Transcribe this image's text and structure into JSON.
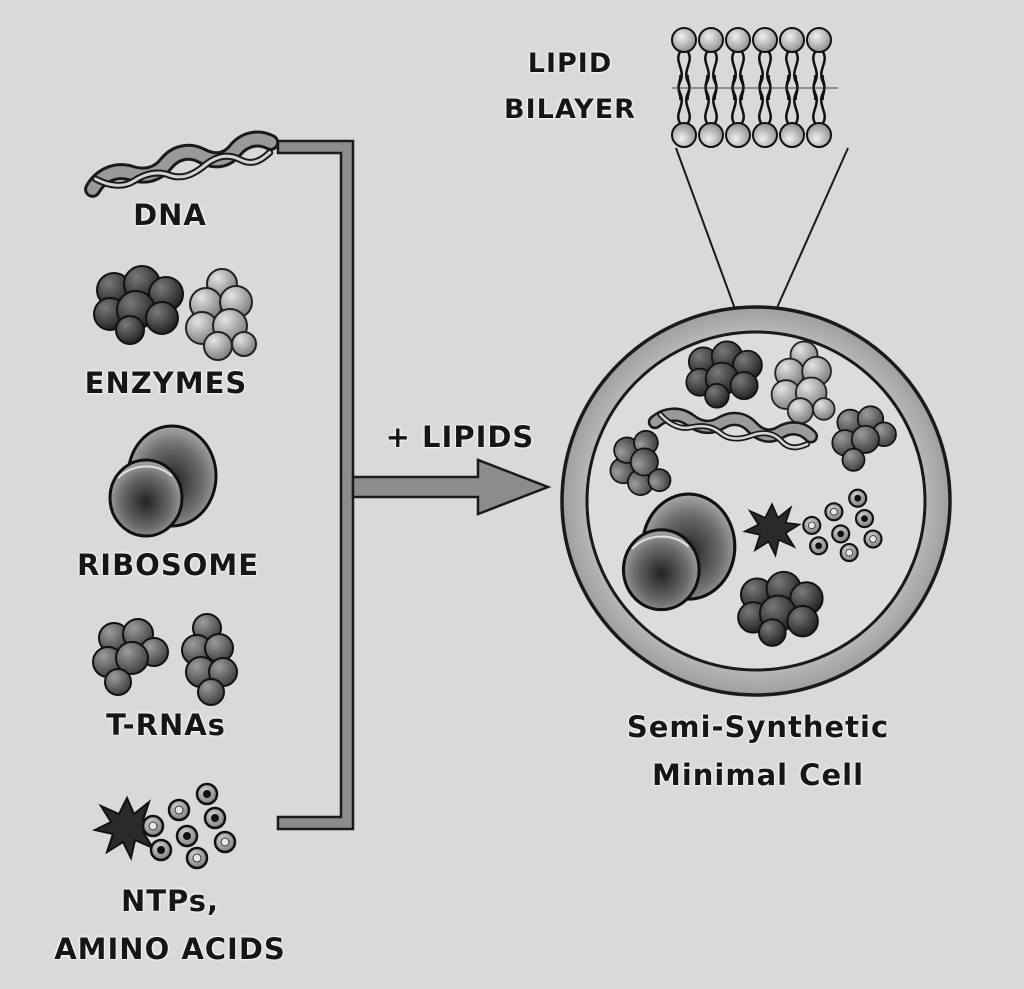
{
  "components": [
    {
      "label": "DNA",
      "icon": "dna-helix-icon"
    },
    {
      "label": "ENZYMES",
      "icon": "enzyme-cluster-icon"
    },
    {
      "label": "RIBOSOME",
      "icon": "ribosome-icon"
    },
    {
      "label": "T-RNAs",
      "icon": "trna-cluster-icon"
    },
    {
      "label": "NTPs,",
      "label2": "AMINO ACIDS",
      "icon": "molecule-starburst-icon"
    }
  ],
  "arrow_label": "+ LIPIDS",
  "bilayer": {
    "line1": "LIPID",
    "line2": "BILAYER",
    "icon": "lipid-bilayer-icon"
  },
  "cell": {
    "line1": "Semi-Synthetic",
    "line2": "Minimal Cell",
    "icon": "minimal-cell-icon"
  },
  "colors": {
    "background": "#d9d9d9",
    "arrow": "#8c8c8c",
    "outline": "#1a1a1a",
    "membrane": "#b8b8b8"
  }
}
